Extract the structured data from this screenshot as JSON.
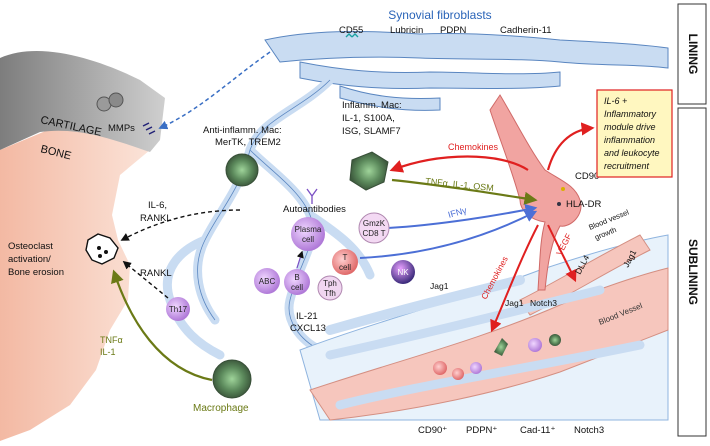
{
  "header": {
    "title": "Synovial fibroblasts"
  },
  "side_labels": {
    "lining": "LINING",
    "sublining": "SUBLINING"
  },
  "lining_markers": {
    "cd55": "CD55",
    "lubricin": "Lubricin",
    "pdpn": "PDPN",
    "cadherin11": "Cadherin-11"
  },
  "tissue": {
    "cartilage": "CARTILAGE",
    "bone": "BONE",
    "mmps": "MMPs"
  },
  "osteoclast": {
    "line1": "Osteoclast",
    "line2": "activation/",
    "line3": "Bone erosion"
  },
  "signals": {
    "il6": "IL-6,",
    "rankl_1": "RANKL",
    "rankl_2": "RANKL",
    "tnf": "TNFα",
    "il1": "IL-1",
    "chemokines_1": "Chemokines",
    "chemokines_2": "Chemokines",
    "tnf_il1_osm": "TNFα, IL-1, OSM",
    "ifng": "IFNγ",
    "vegf": "VEGF",
    "autoantibodies": "Autoantibodies",
    "il21": "IL-21",
    "cxcl13": "CXCL13"
  },
  "cells": {
    "th17": "Th17",
    "macrophage": "Macrophage",
    "anti_mac_1": "Anti-inflamm. Mac:",
    "anti_mac_2": "MerTK, TREM2",
    "inf_mac_1": "Inflamm. Mac:",
    "inf_mac_2": "IL-1, S100A,",
    "inf_mac_3": "ISG, SLAMF7",
    "plasma_1": "Plasma",
    "plasma_2": "cell",
    "abc": "ABC",
    "b_1": "B",
    "b_2": "cell",
    "t_1": "T",
    "t_2": "cell",
    "tph_1": "Tph",
    "tph_2": "Tfh",
    "gmzk_1": "GmzK",
    "gmzk_2": "CD8 T",
    "nk": "NK"
  },
  "fibroblast": {
    "cd90": "CD90",
    "hladr": "HLA-DR"
  },
  "vessel": {
    "jag1_a": "Jag1",
    "jag1_b": "Jag1",
    "jag1_c": "Jag1",
    "notch3": "Notch3",
    "dll4": "DLL4",
    "growth_1": "Blood vessel",
    "growth_2": "growth",
    "blood_vessel": "Blood Vessel"
  },
  "callout": {
    "line1": "IL-6 +",
    "line2": "Inflammatory",
    "line3": "module drive",
    "line4": "inflammation",
    "line5": "and leukocyte",
    "line6": "recruitment"
  },
  "bottom": {
    "cd90": "CD90⁺",
    "pdpn": "PDPN⁺",
    "cad11": "Cad-11⁺",
    "notch3": "Notch3"
  },
  "colors": {
    "fibroblast": "#c9dcf2",
    "fibroblast_stroke": "#5a86c0",
    "sublining_fibroblast": "#f1a4a1",
    "vessel": "#f6c6bd",
    "arrow_red": "#e02020",
    "arrow_olive": "#6b7a16",
    "arrow_blue": "#4c6fd6",
    "title_blue": "#2a64b8",
    "callout_bg": "#fff7c0"
  }
}
